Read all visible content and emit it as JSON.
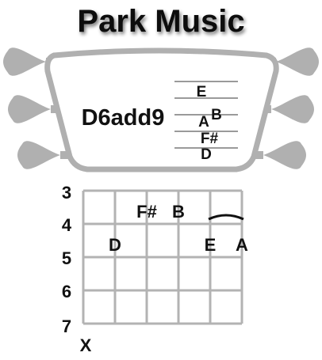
{
  "title": "Park Music",
  "chord_name": "D6add9",
  "colors": {
    "ink": "#111111",
    "headstock_fill": "#ffffff",
    "headstock_stroke": "#b0b0b0",
    "grid": "#b3b3b3",
    "staff": "#9a9a9a"
  },
  "staff_notes": [
    "E",
    "A",
    "B",
    "F#",
    "D"
  ],
  "fret_numbers": [
    "3",
    "4",
    "5",
    "6",
    "7"
  ],
  "muted_marker": "X",
  "fretboard_notes": [
    {
      "label": "F#",
      "string": 3,
      "fret": 3
    },
    {
      "label": "B",
      "string": 4,
      "fret": 3
    },
    {
      "label": "D",
      "string": 2,
      "fret": 4
    },
    {
      "label": "E",
      "string": 5,
      "fret": 4
    },
    {
      "label": "A",
      "string": 6,
      "fret": 4
    }
  ],
  "barre": {
    "from_string": 5,
    "to_string": 6,
    "fret": 3
  },
  "icons": [
    "tuning-peg-icon"
  ]
}
